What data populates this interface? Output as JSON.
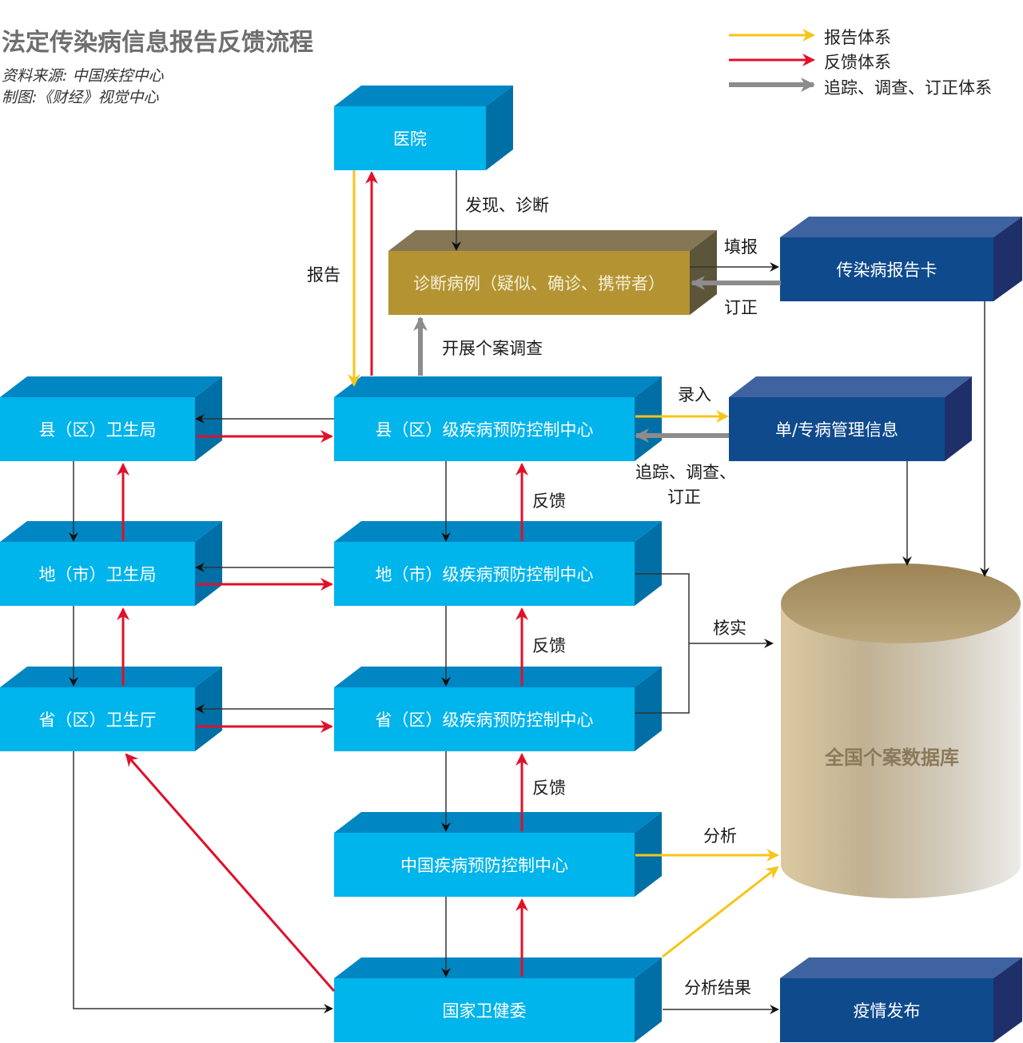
{
  "header": {
    "title": "法定传染病信息报告反馈流程",
    "source": "资料来源: 中国疾控中心",
    "credit": "制图:《财经》视觉中心"
  },
  "legend": [
    {
      "label": "报告体系",
      "color": "#f5c518"
    },
    {
      "label": "反馈体系",
      "color": "#e0102a"
    },
    {
      "label": "追踪、调查、订正体系",
      "color": "#8c8c8c"
    }
  ],
  "colors": {
    "cyan_box": "#00b4ec",
    "cyan_top": "#0086c3",
    "cyan_side": "#006fa6",
    "navy_box": "#0f4a8c",
    "navy_top": "#3f62a0",
    "navy_side": "#1f2f6a",
    "gold_box": "#b49432",
    "gold_top": "#857656",
    "gold_side": "#5c553a",
    "report": "#f5c518",
    "feedback": "#e0102a",
    "trace": "#8c8c8c",
    "flow": "#333333"
  },
  "nodes": {
    "hospital": "医院",
    "diagnosed_cases": "诊断病例（疑似、确诊、携带者）",
    "report_card": "传染病报告卡",
    "county_health_bureau": "县（区）卫生局",
    "county_cdc": "县（区）级疾病预防控制中心",
    "disease_mgmt_info": "单/专病管理信息",
    "city_health_bureau": "地（市）卫生局",
    "city_cdc": "地（市）级疾病预防控制中心",
    "province_health_dept": "省（区）卫生厅",
    "province_cdc": "省（区）级疾病预防控制中心",
    "china_cdc": "中国疾病预防控制中心",
    "nhc": "国家卫健委",
    "epidemic_release": "疫情发布",
    "national_database": "全国个案数据库"
  },
  "edge_labels": {
    "discover_diagnose": "发现、诊断",
    "report": "报告",
    "fill_report": "填报",
    "correct": "订正",
    "case_investigation": "开展个案调查",
    "enter": "录入",
    "trace_investigate_line1": "追踪、调查、",
    "trace_investigate_line2": "订正",
    "feedback_1": "反馈",
    "feedback_2": "反馈",
    "feedback_3": "反馈",
    "verify": "核实",
    "analyze": "分析",
    "analysis_results": "分析结果"
  }
}
